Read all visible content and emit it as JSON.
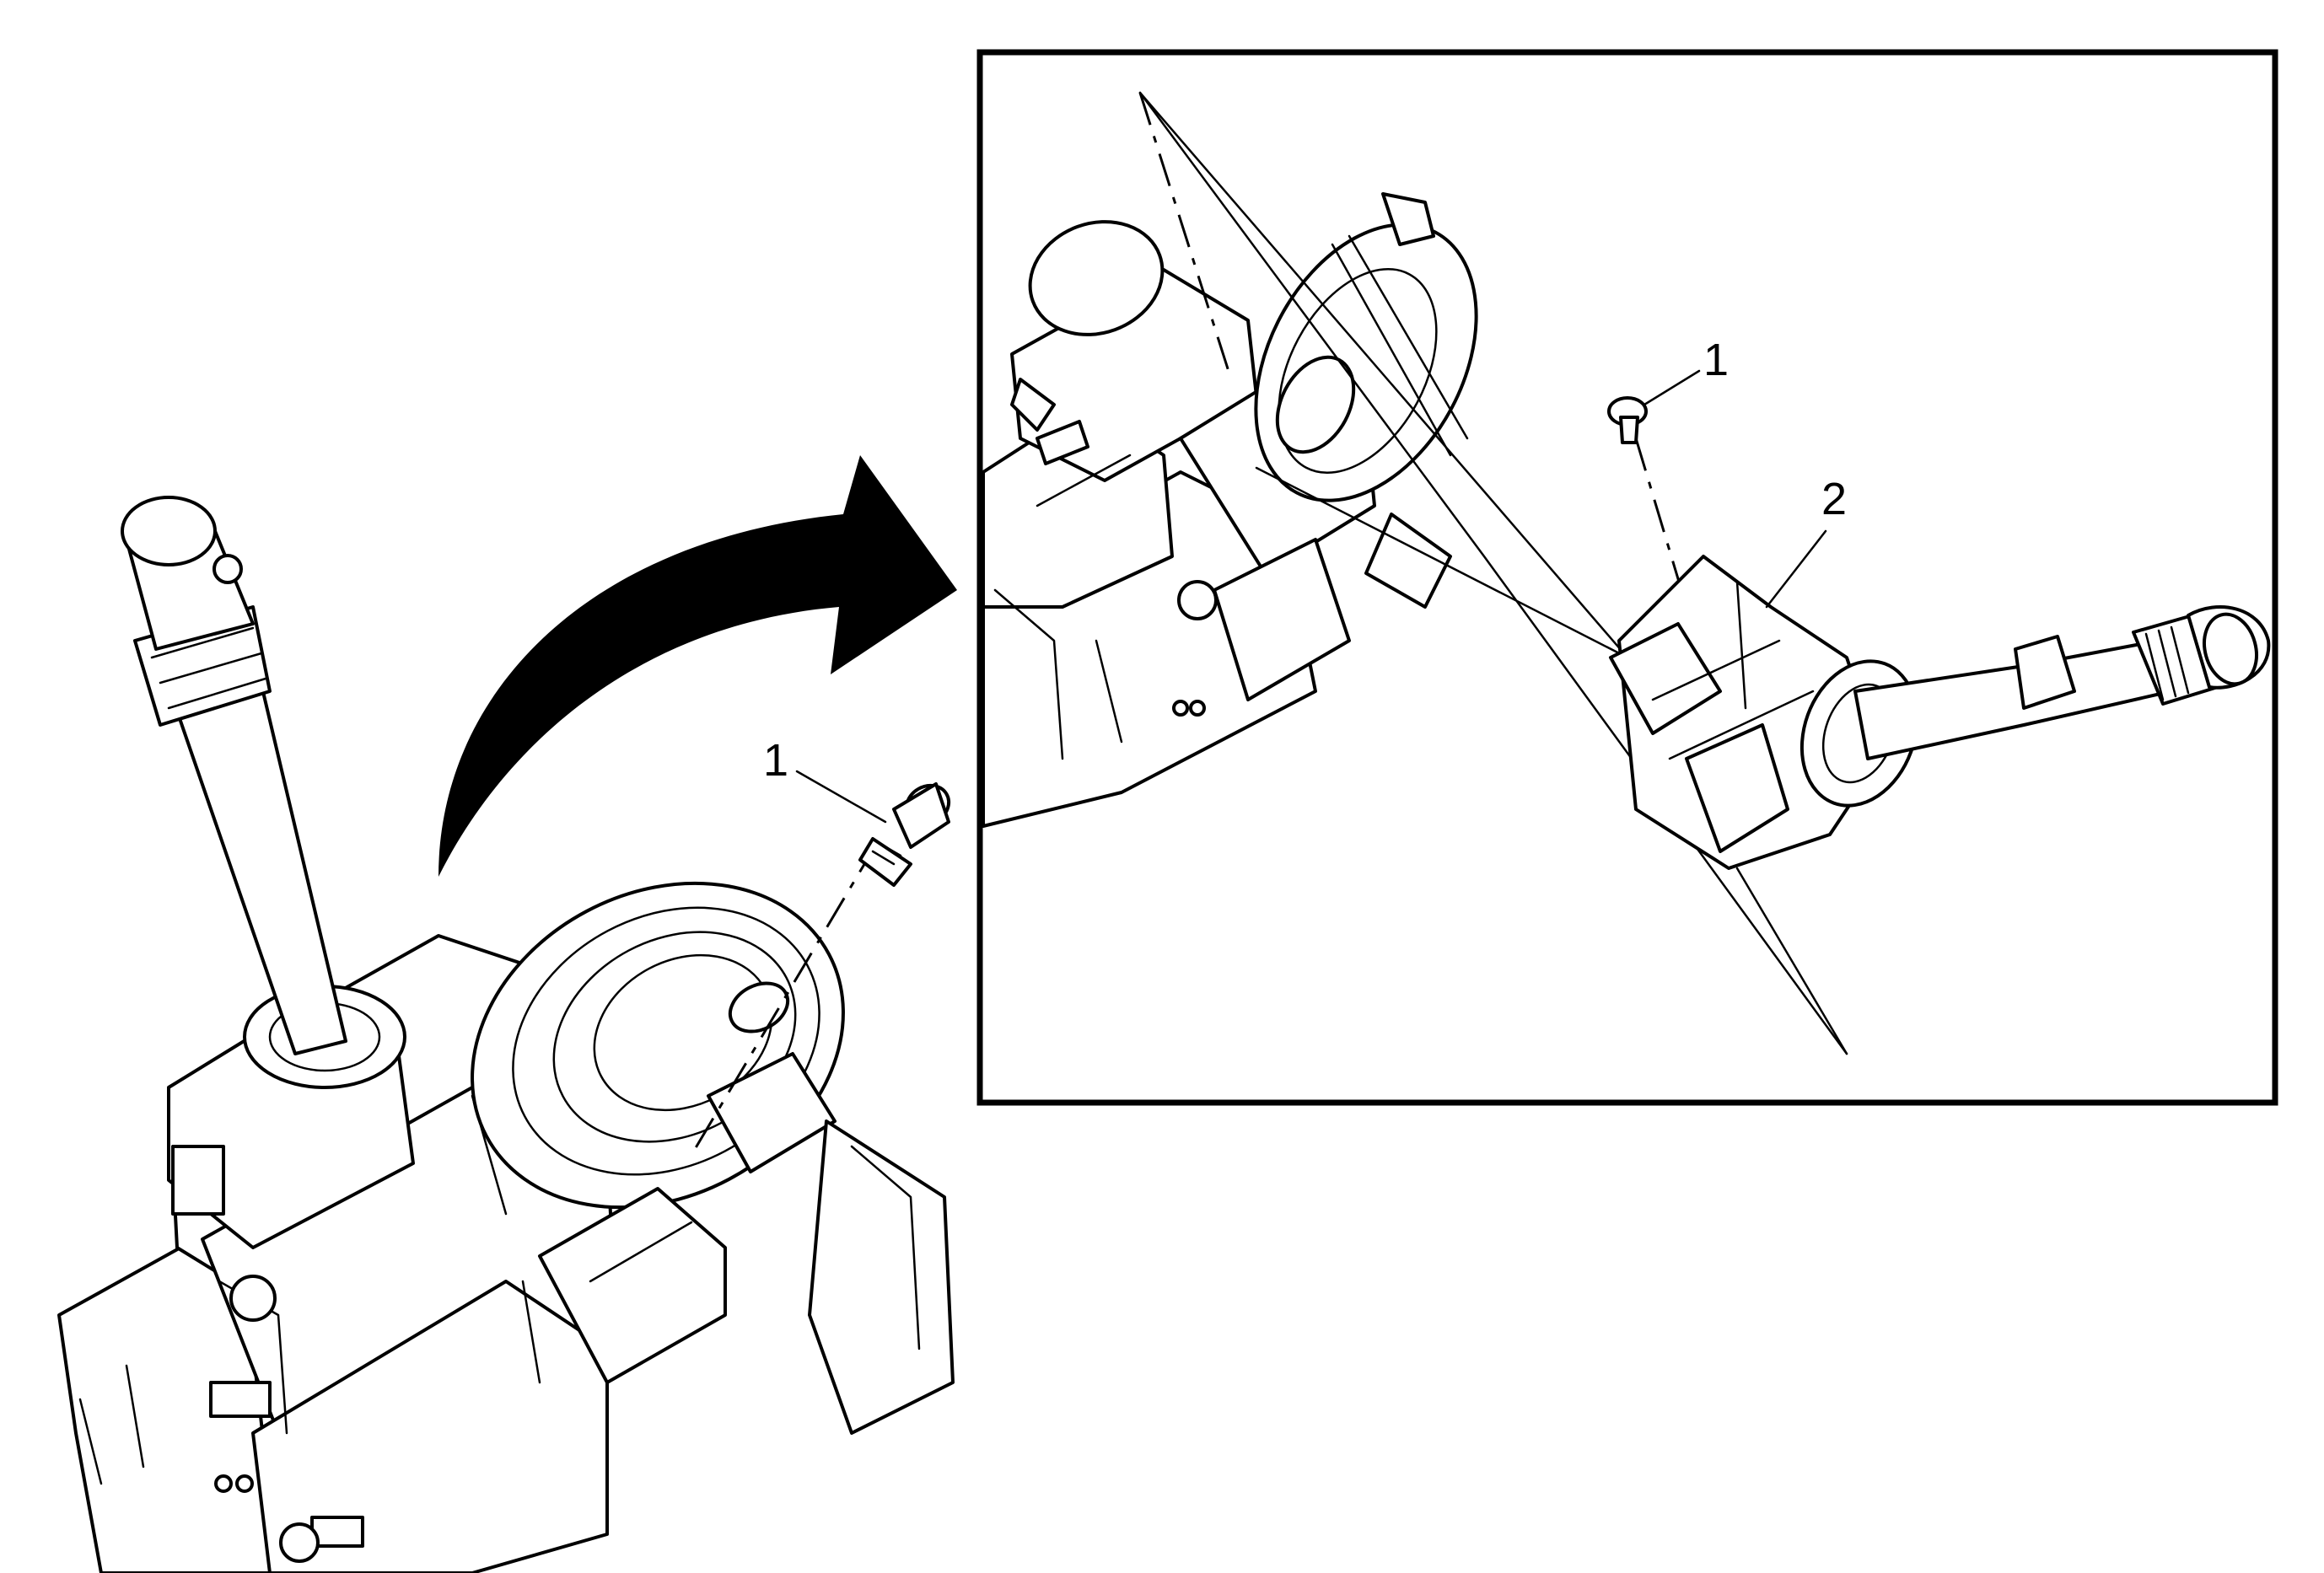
{
  "callouts": {
    "left_bolt": "1",
    "inset_bolt": "1",
    "inset_switch": "2"
  },
  "colors": {
    "ink": "#000000",
    "paper": "#ffffff"
  },
  "icons": {
    "arrow": "curved-arrow-icon",
    "bolt": "bolt-icon"
  }
}
